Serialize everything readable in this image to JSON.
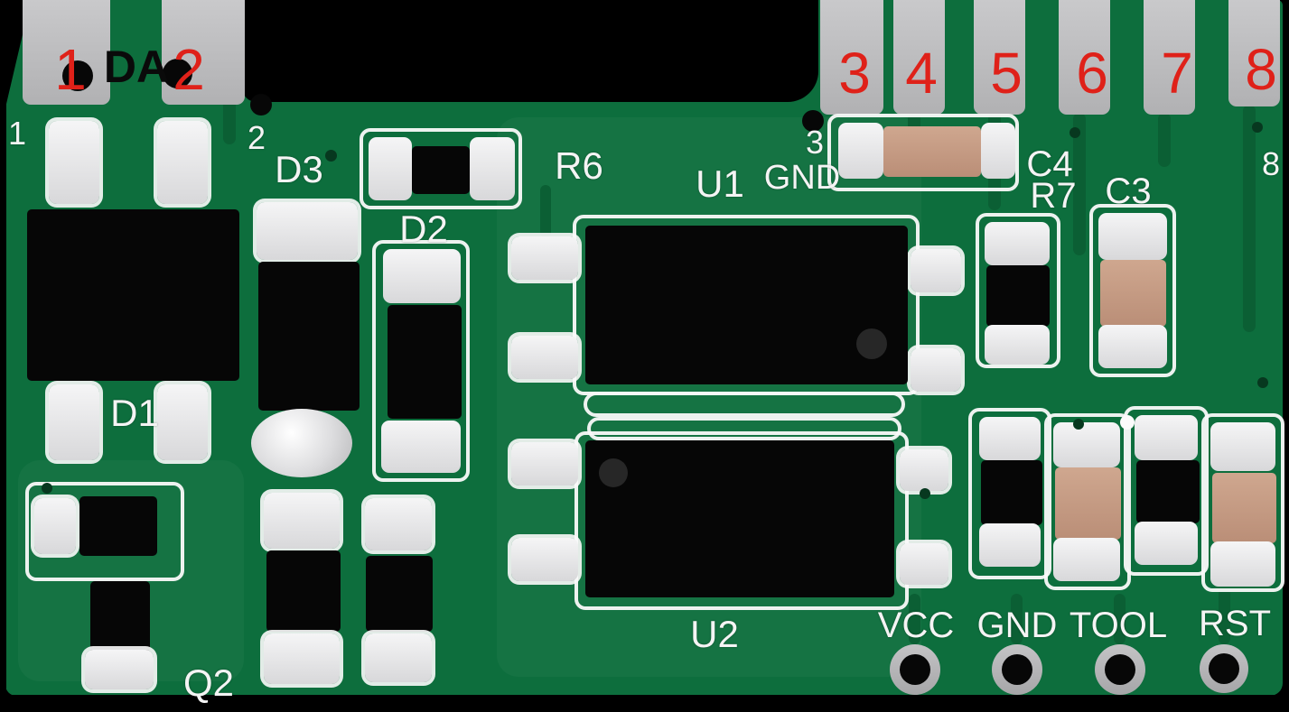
{
  "colors": {
    "board_green": "#0d6e3d",
    "trace_dark": "#0b5f34",
    "pad_gray": "#bdbdbf",
    "solder_silver": "#e9e9ea",
    "component_black": "#060606",
    "capacitor_tan": "#c49b85",
    "label_red": "#df2119",
    "silkscreen_white": "#f4f4f4"
  },
  "edge_pins": [
    {
      "number": "1"
    },
    {
      "number": "2"
    },
    {
      "number": "3"
    },
    {
      "number": "4"
    },
    {
      "number": "5"
    },
    {
      "number": "6"
    },
    {
      "number": "7"
    },
    {
      "number": "8"
    }
  ],
  "pad_label_da": "DA",
  "silkscreen": {
    "pin1": "1",
    "pin2": "2",
    "pin3": "3",
    "pin8": "8",
    "gnd_top": "GND",
    "u1": "U1",
    "u2": "U2",
    "d1": "D1",
    "d2": "D2",
    "d3": "D3",
    "r6": "R6",
    "r7": "R7",
    "c3": "C3",
    "c4": "C4",
    "q2": "Q2"
  },
  "test_points": [
    {
      "label": "VCC"
    },
    {
      "label": "GND"
    },
    {
      "label": "TOOL"
    },
    {
      "label": "RST"
    }
  ]
}
